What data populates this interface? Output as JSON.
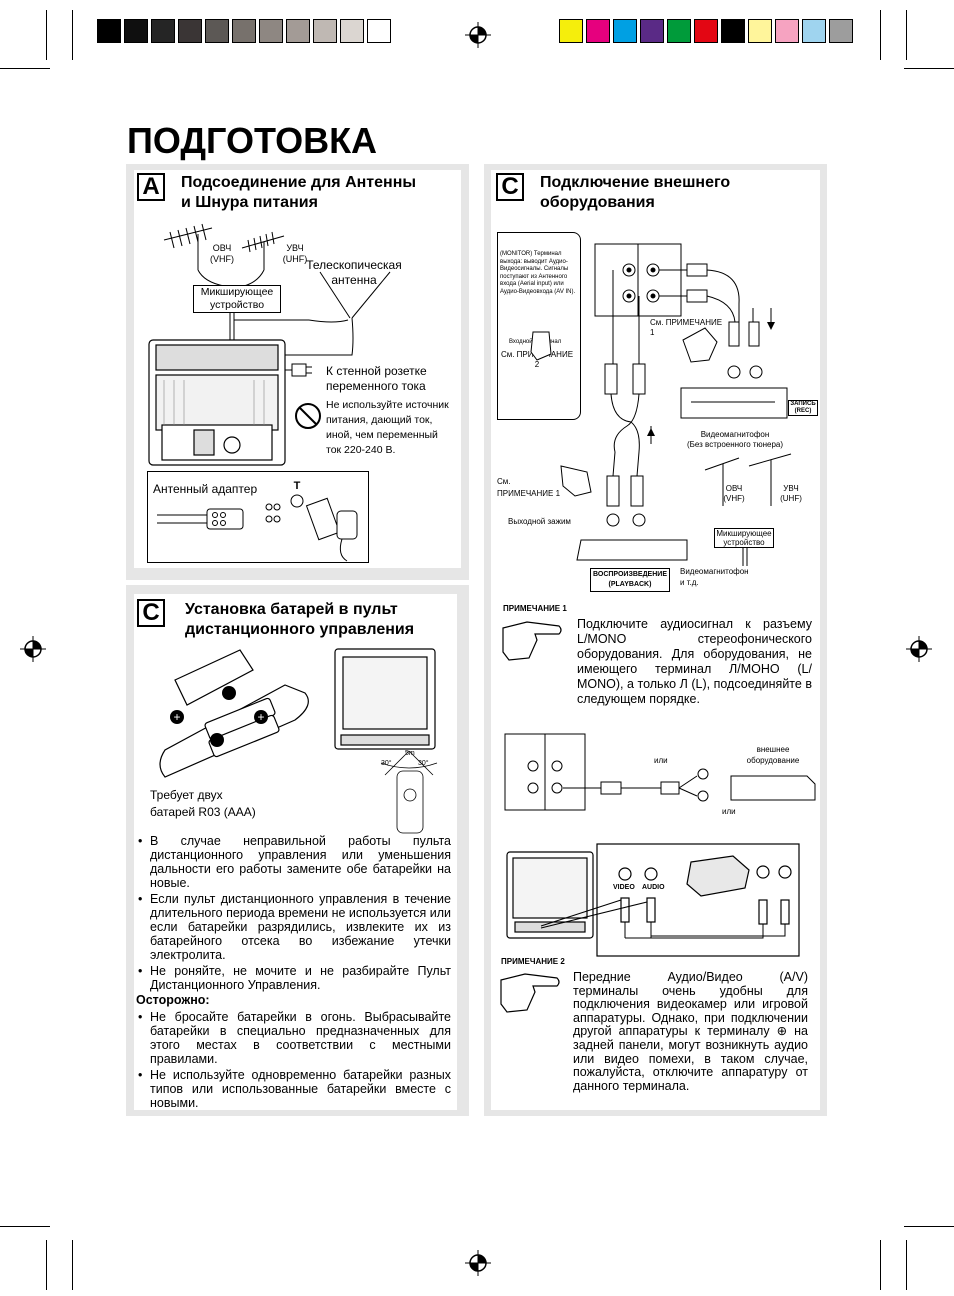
{
  "colors": {
    "gray_bar": [
      "#000000",
      "#0f0f0f",
      "#252525",
      "#3a3535",
      "#5c5855",
      "#77716c",
      "#8e8782",
      "#a39b96",
      "#bfb8b3",
      "#dbd6d1",
      "#ffffff"
    ],
    "color_bar": [
      "#f5ee0c",
      "#e6007e",
      "#00a0e3",
      "#5a2a86",
      "#009b3a",
      "#e30613",
      "#000000",
      "#fff59b",
      "#f6a3c1",
      "#9fd4ef",
      "#9d9d9d"
    ],
    "panel_bg": "#e6e6e6"
  },
  "page_title": "ПОДГОТОВКА",
  "section_a": {
    "letter": "A",
    "title_line1": "Подсоединение для Антенны",
    "title_line2": "и Шнура питания",
    "vhf_label": "ОВЧ",
    "vhf_en": "(VHF)",
    "uhf_label": "УВЧ",
    "uhf_en": "(UHF)",
    "mixer_line1": "Микширующее",
    "mixer_line2": "устройство",
    "telescopic_line1": "Телескопическая",
    "telescopic_line2": "антенна",
    "outlet_line1": "К стенной розетке",
    "outlet_line2": "переменного тока",
    "warning_line1": "Не используйте источник",
    "warning_line2": "питания, дающий ток,",
    "warning_line3": "иной, чем переменный",
    "warning_line4": "ток 220-240 В.",
    "adapter_label": "Антенный адаптер"
  },
  "section_c_battery": {
    "letter": "C",
    "title_line1": "Установка батарей в пульт",
    "title_line2": "дистанционного управления",
    "requires_line1": "Требует двух",
    "requires_line2": "батарей R03 (AAA)",
    "angle_left": "30°",
    "angle_right": "30°",
    "distance": "5m",
    "bullets": [
      "В случае неправильной работы пульта дистанционного управления или уменьшения дальности его работы замените обе батарейки на новые.",
      "Если пульт дистанционного управления в течение длительного периода времени не используется или если батарейки разрядились, извлеките их из батарейного отсека во избежание утечки электролита.",
      "Не роняйте, не мочите и не разбирайте Пульт Дистанционного Управления."
    ],
    "caution_title": "Осторожно:",
    "caution_bullets": [
      "Не бросайте батарейки в огонь. Выбрасывайте батарейки в специально предназначенных для этого местах в соответствии с местными правилами.",
      "Не используйте одновременно батарейки разных типов или использованные батарейки вместе с новыми."
    ]
  },
  "section_c_external": {
    "letter": "C",
    "title_line1": "Подключение внешнего",
    "title_line2": "оборудования",
    "monitor_note": "(MONITOR) Терминал выхода: выводит Аудио-Видеосигналы. Сигналы поступают из Антенного входа (Aerial input) или Аудио-Видеовхода (AV IN).",
    "input_terminal": "Входной терминал",
    "see_note2_line1": "См. ПРИМЕЧАНИЕ",
    "see_note2_line2": "2",
    "see_note1_top_line1": "См. ПРИМЕЧАНИЕ",
    "see_note1_top_line2": "1",
    "rec_label_line1": "ЗАПИСЬ",
    "rec_label_line2": "(REC)",
    "vcr_line1": "Видеомагнитофон",
    "vcr_line2": "(Без встроенного тюнера)",
    "see_note1_left_line1": "См.",
    "see_note1_left_line2": "ПРИМЕЧАНИЕ 1",
    "output_terminal": "Выходной зажим",
    "vhf_label": "ОВЧ",
    "vhf_en": "(VHF)",
    "uhf_label": "УВЧ",
    "uhf_en": "(UHF)",
    "mixer_line1": "Микширующее",
    "mixer_line2": "устройство",
    "playback_line1": "ВОСПРОИЗВЕДЕНИЕ",
    "playback_line2": "(PLAYBACK)",
    "vcr_etc_line1": "Видеомагнитофон",
    "vcr_etc_line2": "и т.д.",
    "note1_label": "ПРИМЕЧАНИЕ 1",
    "note1_text": "Подключите аудиосигнал к разъему L/MONO стереофонического оборудования. Для оборудования, не имеющего терминал Л/МОНО (L/ MONO), а только Л (L), подсоединяйте в следующем порядке.",
    "or_label": "или",
    "external_line1": "внешнее",
    "external_line2": "оборудование",
    "or_label2": "или",
    "video_label": "VIDEO",
    "audio_label": "AUDIO",
    "note2_label": "ПРИМЕЧАНИЕ 2",
    "note2_text": "Передние Аудио/Видео (A/V) терминалы очень удобны для подключения видеокамер или игровой аппаратуры. Однако, при подключении другой аппаратуры к терминалу ⊕ на задней панели, могут возникнуть аудио или видео помехи, в таком случае, пожалуйста, отключите аппаратуру от данного терминала."
  }
}
